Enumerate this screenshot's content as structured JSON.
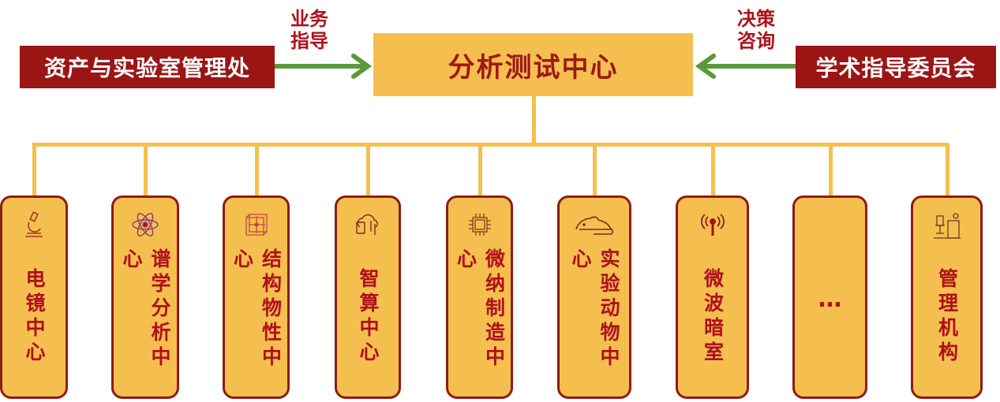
{
  "left_org": "资产与实验室管理处",
  "left_relation": "业务指导",
  "center_org": "分析测试中心",
  "right_org": "学术指导委员会",
  "right_relation": "决策咨询",
  "units": [
    {
      "label": "电镜中心",
      "icon": "microscope-icon"
    },
    {
      "label": "谱学分析中心",
      "icon": "atom-icon"
    },
    {
      "label": "结构物性中心",
      "icon": "crystal-structure-icon"
    },
    {
      "label": "智算中心",
      "icon": "cloud-compute-icon"
    },
    {
      "label": "微纳制造中心",
      "icon": "chip-icon"
    },
    {
      "label": "实验动物中心",
      "icon": "mouse-icon"
    },
    {
      "label": "微波暗室",
      "icon": "antenna-icon"
    },
    {
      "label": "…",
      "icon": ""
    },
    {
      "label": "管理机构",
      "icon": "office-desk-icon"
    }
  ],
  "colors": {
    "box": "#f5bf4f",
    "dark_red": "#9b1515",
    "text_red": "#b0101a",
    "arrow": "#5a9a3a"
  }
}
